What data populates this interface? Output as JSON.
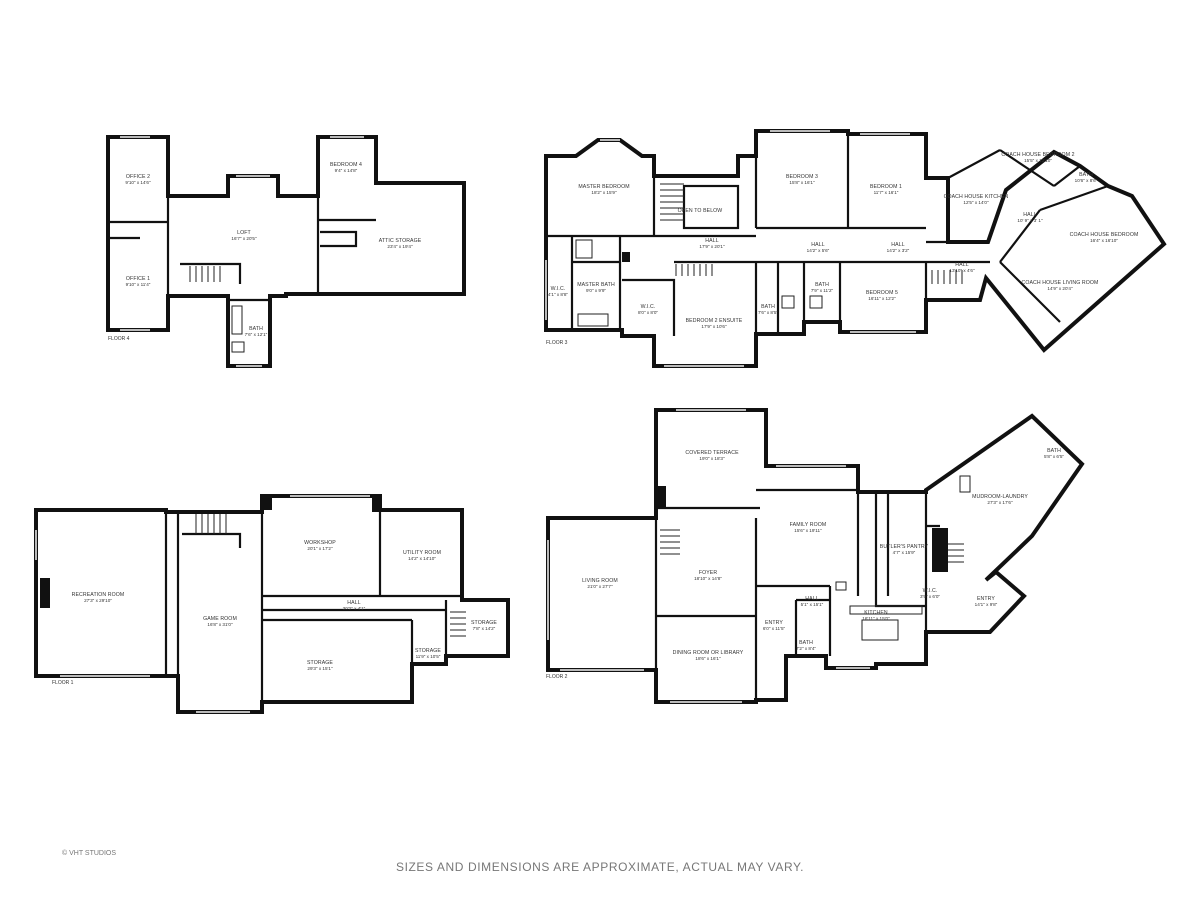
{
  "floors": {
    "floor4": {
      "name": "FLOOR 4",
      "rooms": [
        {
          "name": "OFFICE 2",
          "dims": "9'10\" x 14'6\""
        },
        {
          "name": "OFFICE 1",
          "dims": "9'10\" x 11'4\""
        },
        {
          "name": "LOFT",
          "dims": "16'7\" x 20'5\""
        },
        {
          "name": "BEDROOM 4",
          "dims": "9'4\" x 14'8\""
        },
        {
          "name": "ATTIC STORAGE",
          "dims": "23'4\" x 19'4\""
        },
        {
          "name": "BATH",
          "dims": "7'6\" x 12'1\""
        }
      ]
    },
    "floor3": {
      "name": "FLOOR 3",
      "rooms": [
        {
          "name": "MASTER BEDROOM",
          "dims": "18'2\" x 15'9\""
        },
        {
          "name": "OPEN TO BELOW",
          "dims": ""
        },
        {
          "name": "HALL",
          "dims": "17'9\" x 20'1\""
        },
        {
          "name": "BEDROOM 3",
          "dims": "15'8\" x 16'1\""
        },
        {
          "name": "BEDROOM 1",
          "dims": "11'7\" x 16'1\""
        },
        {
          "name": "HALL",
          "dims": "14'2\" x 5'6\""
        },
        {
          "name": "HALL",
          "dims": "14'2\" x 3'2\""
        },
        {
          "name": "MASTER BATH",
          "dims": "9'0\" x 9'9\""
        },
        {
          "name": "W.I.C.",
          "dims": "8'0\" x 8'0\""
        },
        {
          "name": "BEDROOM 2 ENSUITE",
          "dims": "17'9\" x 10'6\""
        },
        {
          "name": "BEDROOM 5",
          "dims": "16'11\" x 12'2\""
        },
        {
          "name": "W.I.C.",
          "dims": "4'1\" x 8'8\""
        },
        {
          "name": "BATH",
          "dims": "7'6\" x 8'5\""
        },
        {
          "name": "BATH",
          "dims": "7'9\" x 11'2\""
        },
        {
          "name": "HALL",
          "dims": "13'10\" x 4'6\""
        },
        {
          "name": "COACH HOUSE KITCHEN",
          "dims": "12'5\" x 14'0\""
        },
        {
          "name": "COACH HOUSE BEDROOM 2",
          "dims": "15'5\" x 12'10\""
        },
        {
          "name": "BATH",
          "dims": "10'6\" x 8'6\""
        },
        {
          "name": "HALL",
          "dims": "10' 9\" x 3' 1\""
        },
        {
          "name": "COACH HOUSE BEDROOM",
          "dims": "16'4\" x 16'10\""
        },
        {
          "name": "COACH HOUSE LIVING ROOM",
          "dims": "14'9\" x 20'4\""
        }
      ]
    },
    "floor1": {
      "name": "FLOOR 1",
      "rooms": [
        {
          "name": "RECREATION ROOM",
          "dims": "27'3\" x 29'10\""
        },
        {
          "name": "GAME ROOM",
          "dims": "16'8\" x 31'0\""
        },
        {
          "name": "WORKSHOP",
          "dims": "20'1\" x 17'2\""
        },
        {
          "name": "UTILITY ROOM",
          "dims": "14'2\" x 14'10\""
        },
        {
          "name": "HALL",
          "dims": "30'2\" x 4'1\""
        },
        {
          "name": "STORAGE",
          "dims": "7'8\" x 14'2\""
        },
        {
          "name": "STORAGE",
          "dims": "11'9\" x 10'5\""
        },
        {
          "name": "STORAGE",
          "dims": "29'3\" x 15'1\""
        }
      ]
    },
    "floor2": {
      "name": "FLOOR 2",
      "rooms": [
        {
          "name": "COVERED TERRACE",
          "dims": "19'0\" x 18'3\""
        },
        {
          "name": "LIVING ROOM",
          "dims": "21'0\" x 27'7\""
        },
        {
          "name": "FOYER",
          "dims": "18'10\" x 14'8\""
        },
        {
          "name": "FAMILY ROOM",
          "dims": "15'6\" x 19'11\""
        },
        {
          "name": "BUTLER'S PANTRY",
          "dims": "4'7\" x 15'9\""
        },
        {
          "name": "MUDROOM-LAUNDRY",
          "dims": "27'3\" x 17'6\""
        },
        {
          "name": "BATH",
          "dims": "5'8\" x 6'5\""
        },
        {
          "name": "ENTRY",
          "dims": "14'1\" x 9'8\""
        },
        {
          "name": "KITCHEN",
          "dims": "16'11\" x 15'0\""
        },
        {
          "name": "HALL",
          "dims": "5'1\" x 15'1\""
        },
        {
          "name": "BATH",
          "dims": "7'2\" x 8'4\""
        },
        {
          "name": "ENTRY",
          "dims": "6'0\" x 11'5\""
        },
        {
          "name": "DINING ROOM OR LIBRARY",
          "dims": "18'6\" x 16'1\""
        },
        {
          "name": "W.I.C.",
          "dims": "3'9\" x 6'0\""
        }
      ]
    }
  },
  "copyright": "© VHT STUDIOS",
  "footer": "SIZES AND DIMENSIONS ARE APPROXIMATE, ACTUAL MAY VARY."
}
